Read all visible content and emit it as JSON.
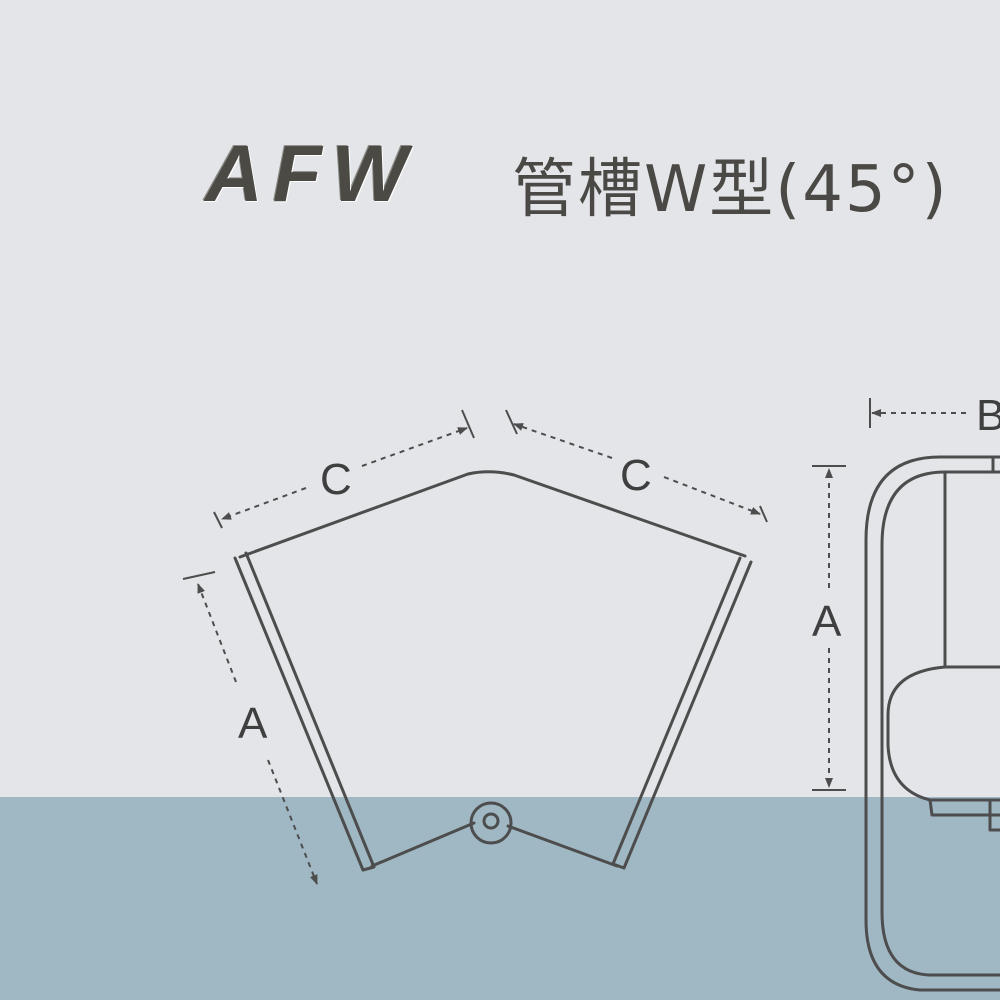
{
  "title": {
    "model": "AFW",
    "description": "管槽W型(45°)"
  },
  "dimensions": {
    "c_left": "C",
    "c_right": "C",
    "a_left": "A",
    "a_right": "A",
    "b_top": "B"
  },
  "colors": {
    "background": "#e3e5e8",
    "bottom_band": "#9fb8c4",
    "line": "#4d4d4d"
  }
}
